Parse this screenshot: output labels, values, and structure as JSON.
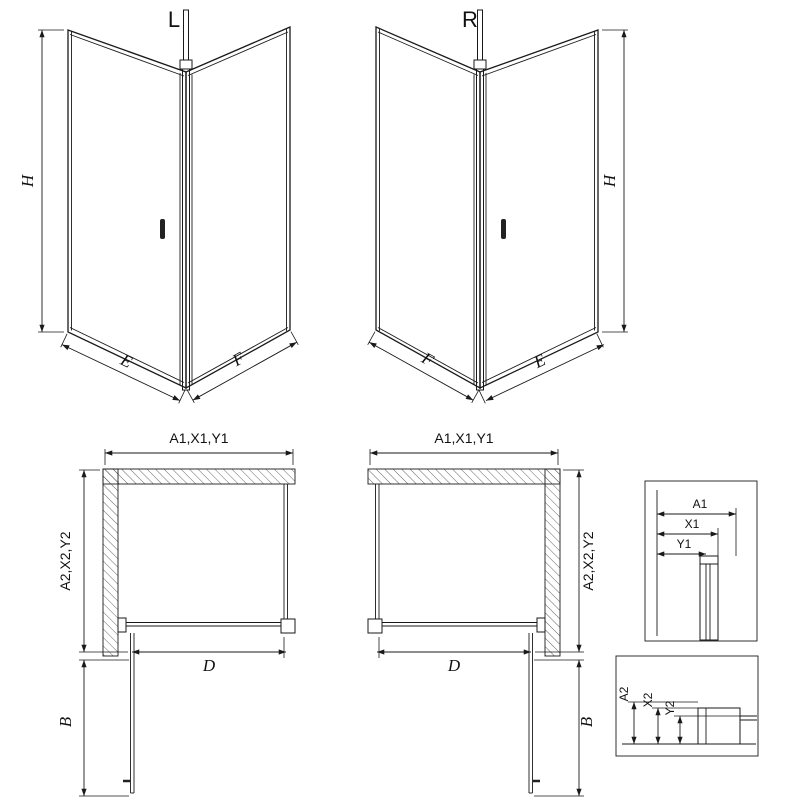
{
  "colors": {
    "line": "#1a1a1a",
    "hatch": "#555555",
    "background": "#ffffff",
    "handle": "#222222"
  },
  "views": {
    "left": {
      "label": "L"
    },
    "right": {
      "label": "R"
    }
  },
  "dims": {
    "height": "H",
    "width_e": "E",
    "width_f": "F",
    "door": "D",
    "extension": "B",
    "top_adjust": "A1,X1,Y1",
    "side_adjust": "A2,X2,Y2"
  },
  "details": {
    "top_profile": {
      "a1": "A1",
      "x1": "X1",
      "y1": "Y1"
    },
    "side_profile": {
      "a2": "A2",
      "x2": "X2",
      "y2": "Y2"
    }
  }
}
